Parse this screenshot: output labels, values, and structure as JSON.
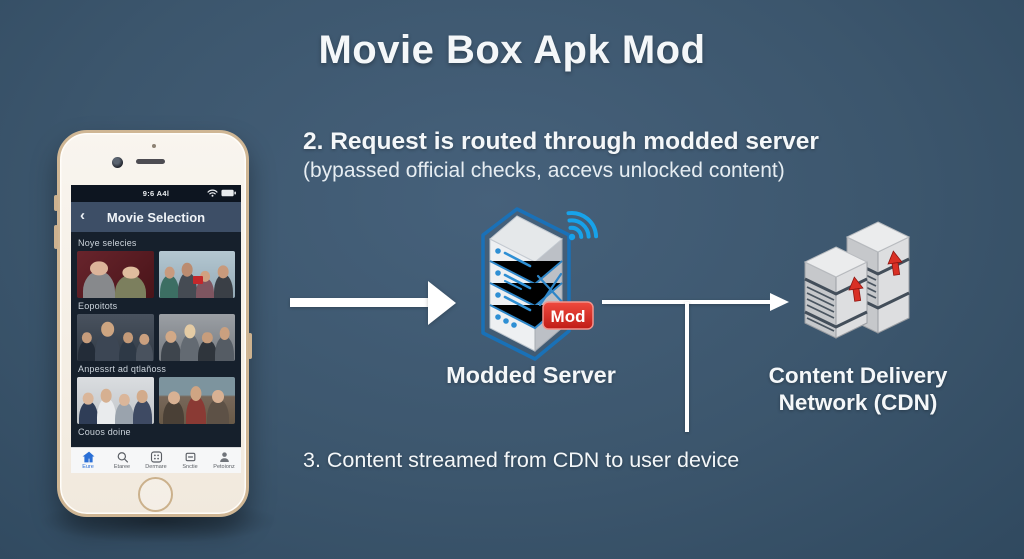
{
  "title": "Movie Box Apk Mod",
  "steps": {
    "step2_title": "2. Request is routed through modded server",
    "step2_sub": "(bypassed official checks, accevs unlocked content)",
    "step3": "3. Content streamed from CDN to user device"
  },
  "phone": {
    "status_bar": {
      "time": "9:6 A4l"
    },
    "nav": {
      "back_glyph": "‹",
      "title": "Movie Selection"
    },
    "sections": [
      {
        "label": "Noye selecies"
      },
      {
        "label": "Eopoitots"
      },
      {
        "label": "Anpessrt ad qtlañoss"
      },
      {
        "label": "Couos doine"
      }
    ],
    "tab_bar": [
      {
        "label": "Eure",
        "icon": "home-icon",
        "active": true
      },
      {
        "label": "Etaree",
        "icon": "search-icon",
        "active": false
      },
      {
        "label": "Dermare",
        "icon": "grid-icon",
        "active": false
      },
      {
        "label": "Snctie",
        "icon": "tray-icon",
        "active": false
      },
      {
        "label": "Petoionz",
        "icon": "person-icon",
        "active": false
      }
    ]
  },
  "diagram": {
    "modded_server_label": "Modded Server",
    "mod_badge": "Mod",
    "cdn_label_line1": "Content Delivery",
    "cdn_label_line2": "Network (CDN)"
  },
  "icons": {
    "server_wifi": "wifi-icon",
    "status_wifi": "wifi-icon",
    "status_battery": "battery-icon",
    "cdn_upload": "red-up-arrow-icon"
  },
  "theme": {
    "bg": "#3c566d",
    "text": "#f4f7f9",
    "accent_blue": "#1ba0e8",
    "server_line_blue": "#2e86c8",
    "mod_red": "#d6261f",
    "arrow": "#ffffff",
    "phone_frame": "#cfb694",
    "tab_active": "#2a6fd6",
    "cdn_band": "#434e5a"
  }
}
